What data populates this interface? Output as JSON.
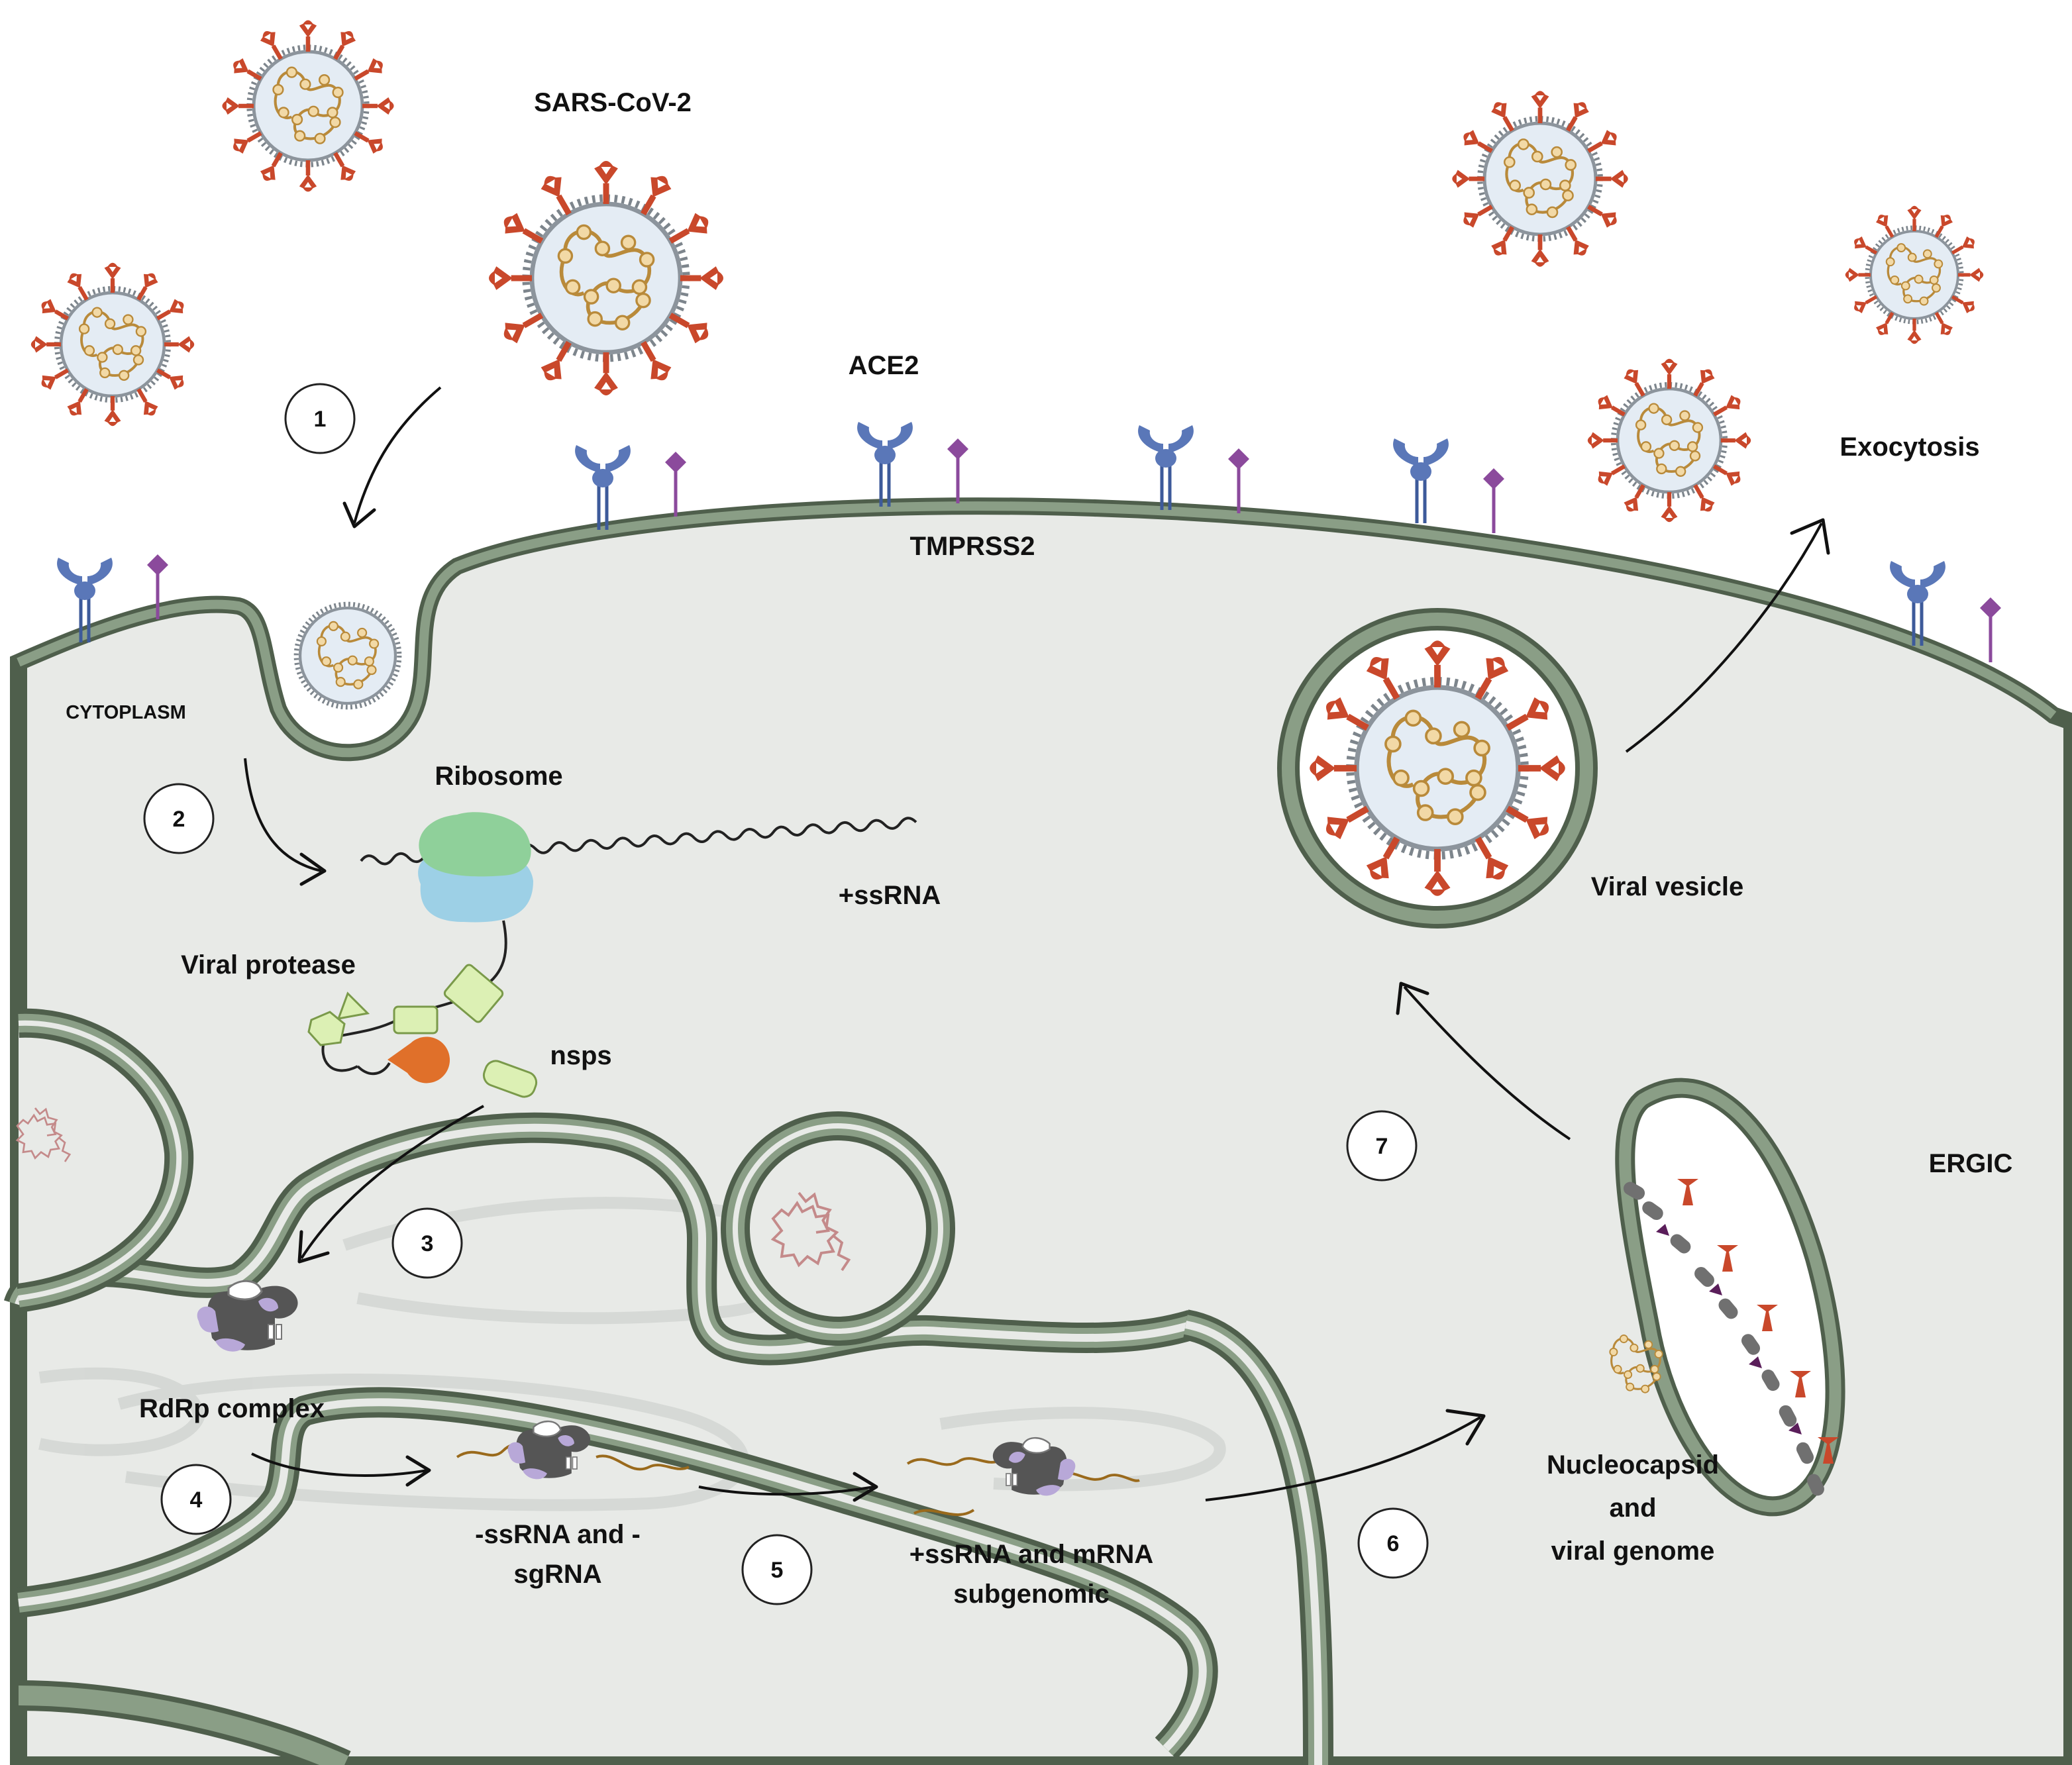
{
  "colors": {
    "cytoplasm": "#e8eae7",
    "membrane": "#8a9e86",
    "membrane_edge": "#4f5f4c",
    "virus_body": "#e4ecf4",
    "virus_envelope": "#7d858c",
    "spike": "#c9482b",
    "rna": "#d49a3e",
    "ace2": "#5a77b8",
    "tmprss2": "#8b4a9c",
    "ribosome_large": "#8fd09a",
    "ribosome_small": "#9dd0e6",
    "protease": "#e0702a",
    "nsp": "#dcf0b4",
    "rdrp_dark": "#555555",
    "rdrp_light": "#b8a8d8",
    "strand": "#9a6a1c"
  },
  "labels": {
    "virus": "SARS-CoV-2",
    "receptor": "ACE2",
    "protease_receptor": "TMPRSS2",
    "compartment": "CYTOPLASM",
    "ribosome": "Ribosome",
    "rna": "+ssRNA",
    "viral_protease": "Viral protease",
    "nsps": "nsps",
    "rdrp": "RdRp complex",
    "neg_rna_line1": "-ssRNA and -",
    "neg_rna_line2": "sgRNA",
    "pos_rna_line1": "+ssRNA and mRNA",
    "pos_rna_line2": "subgenomic",
    "nucleocapsid_line1": "Nucleocapsid",
    "nucleocapsid_line2": "and",
    "nucleocapsid_line3": "viral genome",
    "ergic": "ERGIC",
    "vesicle": "Viral vesicle",
    "exocytosis": "Exocytosis"
  },
  "steps": [
    "1",
    "2",
    "3",
    "4",
    "5",
    "6",
    "7"
  ]
}
